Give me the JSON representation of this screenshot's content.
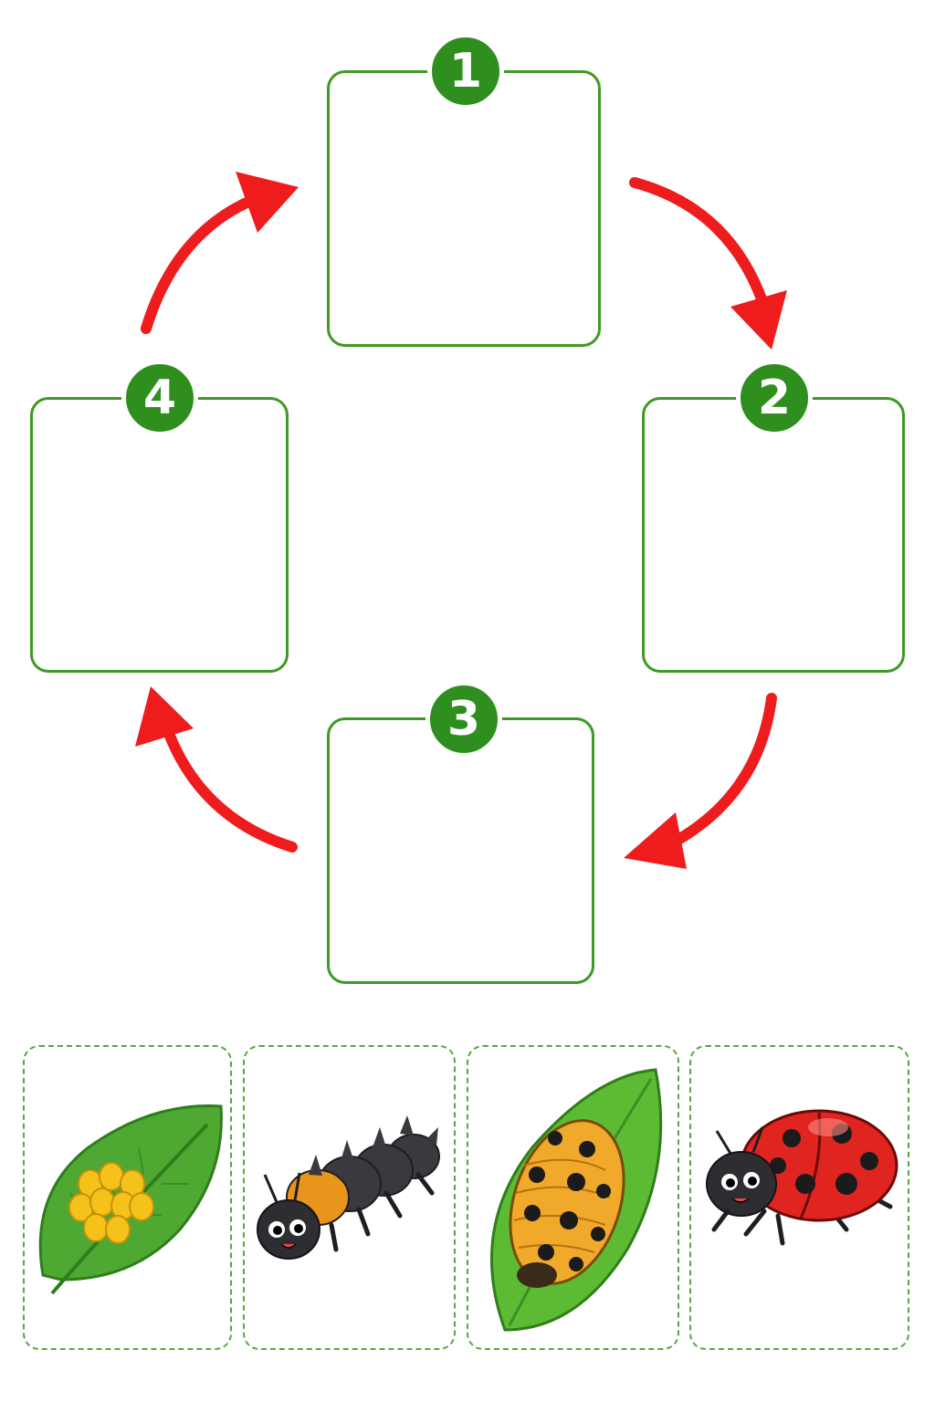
{
  "cycle": {
    "stages": [
      {
        "number": "1"
      },
      {
        "number": "2"
      },
      {
        "number": "3"
      },
      {
        "number": "4"
      }
    ],
    "arrow_color": "#ee1c1c",
    "box_border_color": "#3e9a24",
    "badge_color": "#2f8f1e"
  },
  "cards": [
    {
      "picture": "eggs-on-leaf"
    },
    {
      "picture": "larva"
    },
    {
      "picture": "pupa-on-leaf"
    },
    {
      "picture": "adult-ladybug"
    }
  ]
}
